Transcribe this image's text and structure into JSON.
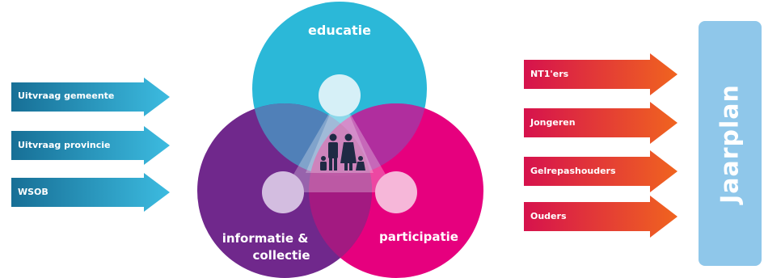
{
  "inputs": [
    {
      "label": "Uitvraag gemeente"
    },
    {
      "label": "Uitvraag provincie"
    },
    {
      "label": "WSOB"
    }
  ],
  "circles": {
    "top": "educatie",
    "left_line1": "informatie &",
    "left_line2": "collectie",
    "right": "participatie"
  },
  "outputs": [
    {
      "label": "NT1'ers"
    },
    {
      "label": "Jongeren"
    },
    {
      "label": "Gelrepashouders"
    },
    {
      "label": "Ouders"
    }
  ],
  "side_panel": {
    "label": "Jaarplan"
  },
  "colors": {
    "educatie": "#2bb8d8",
    "informatie": "#6b2a8c",
    "participatie": "#e6007e",
    "input_arrow_dark": "#1a7fa6",
    "input_arrow_light": "#35b4d9",
    "output_arrow_left": "#d8154b",
    "output_arrow_right": "#ee5a24",
    "side_panel": "#8fc7ea"
  }
}
